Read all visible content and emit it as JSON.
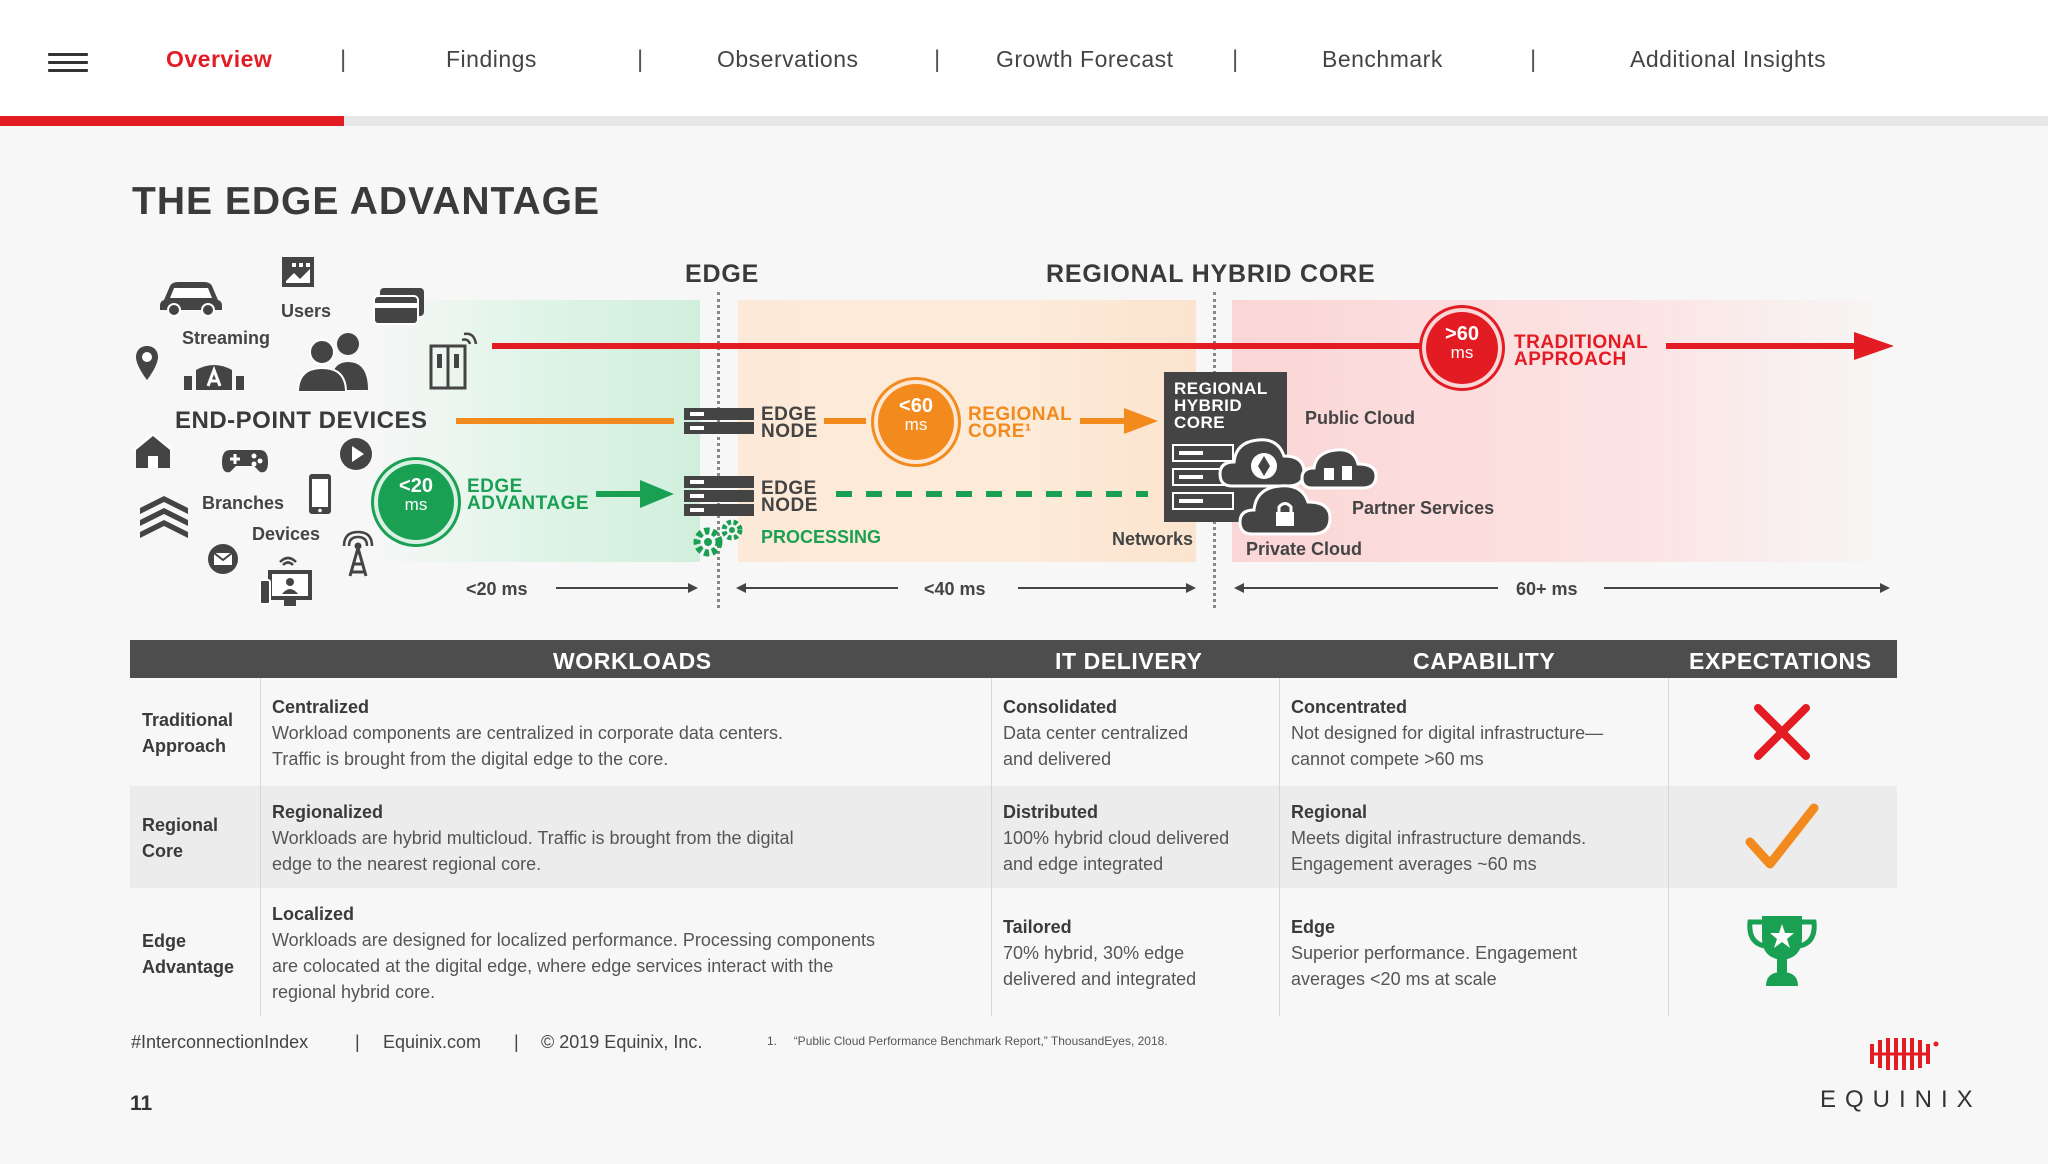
{
  "nav": {
    "tabs": [
      {
        "label": "Overview",
        "active": true
      },
      {
        "label": "Findings"
      },
      {
        "label": "Observations"
      },
      {
        "label": "Growth Forecast"
      },
      {
        "label": "Benchmark"
      },
      {
        "label": "Additional Insights"
      }
    ],
    "separator": "|",
    "progress_fraction": 0.168,
    "colors": {
      "accent": "#e31b23",
      "track": "#e7e7e7"
    }
  },
  "page_title": "THE EDGE ADVANTAGE",
  "diagram": {
    "zone_headings": {
      "edge": "EDGE",
      "regional_core": "REGIONAL HYBRID CORE"
    },
    "endpoint": {
      "title": "END-POINT DEVICES",
      "users": "Users",
      "streaming": "Streaming",
      "branches": "Branches",
      "devices": "Devices"
    },
    "edge_node_1": [
      "EDGE",
      "NODE"
    ],
    "edge_node_2": [
      "EDGE",
      "NODE"
    ],
    "edge_advantage": [
      "EDGE",
      "ADVANTAGE"
    ],
    "processing": "PROCESSING",
    "regional_core_label": [
      "REGIONAL",
      "CORE¹"
    ],
    "traditional_approach": [
      "TRADITIONAL",
      "APPROACH"
    ],
    "core_box": [
      "REGIONAL",
      "HYBRID",
      "CORE"
    ],
    "public_cloud": "Public Cloud",
    "partner_services": "Partner Services",
    "private_cloud": "Private Cloud",
    "networks": "Networks",
    "badges": {
      "green": {
        "value": "<20",
        "unit": "ms"
      },
      "orange": {
        "value": "<60",
        "unit": "ms"
      },
      "red": {
        "value": ">60",
        "unit": "ms"
      }
    },
    "scale": {
      "s1": "<20 ms",
      "s2": "<40 ms",
      "s3": "60+ ms"
    },
    "colors": {
      "green": "#1aa053",
      "orange": "#f28a1e",
      "red": "#e31b23",
      "dark": "#444444"
    }
  },
  "table": {
    "headers": [
      "WORKLOADS",
      "IT DELIVERY",
      "CAPABILITY",
      "EXPECTATIONS"
    ],
    "rows": [
      {
        "head": [
          "Traditional",
          "Approach"
        ],
        "workloads": {
          "title": "Centralized",
          "lines": [
            "Workload components are centralized in corporate data centers.",
            "Traffic is brought from the digital edge to the core."
          ]
        },
        "delivery": {
          "title": "Consolidated",
          "lines": [
            "Data center centralized",
            "and delivered"
          ]
        },
        "capability": {
          "title": "Concentrated",
          "lines": [
            "Not designed for digital infrastructure—",
            "cannot compete >60 ms"
          ]
        },
        "expectation_icon": "x-mark-icon"
      },
      {
        "head": [
          "Regional",
          "Core"
        ],
        "workloads": {
          "title": "Regionalized",
          "lines": [
            "Workloads are hybrid multicloud. Traffic is brought from the digital",
            "edge to the nearest regional core."
          ]
        },
        "delivery": {
          "title": "Distributed",
          "lines": [
            "100% hybrid cloud delivered",
            "and edge integrated"
          ]
        },
        "capability": {
          "title": "Regional",
          "lines": [
            "Meets digital infrastructure demands.",
            "Engagement averages ~60 ms"
          ]
        },
        "expectation_icon": "check-mark-icon"
      },
      {
        "head": [
          "Edge",
          "Advantage"
        ],
        "workloads": {
          "title": "Localized",
          "lines": [
            "Workloads are designed for localized performance. Processing components",
            "are colocated at the digital edge, where edge services interact with the",
            "regional hybrid core."
          ]
        },
        "delivery": {
          "title": "Tailored",
          "lines": [
            "70% hybrid, 30% edge",
            "delivered and integrated"
          ]
        },
        "capability": {
          "title": "Edge",
          "lines": [
            "Superior performance. Engagement",
            "averages <20 ms at scale"
          ]
        },
        "expectation_icon": "trophy-icon"
      }
    ]
  },
  "footer": {
    "hashtag": "#InterconnectionIndex",
    "sep": "|",
    "site": "Equinix.com",
    "copyright": "© 2019 Equinix, Inc.",
    "footnote_num": "1.",
    "footnote_text": "“Public Cloud Performance Benchmark Report,” ThousandEyes, 2018.",
    "page_number": "11",
    "logo_text": "EQUINIX"
  }
}
